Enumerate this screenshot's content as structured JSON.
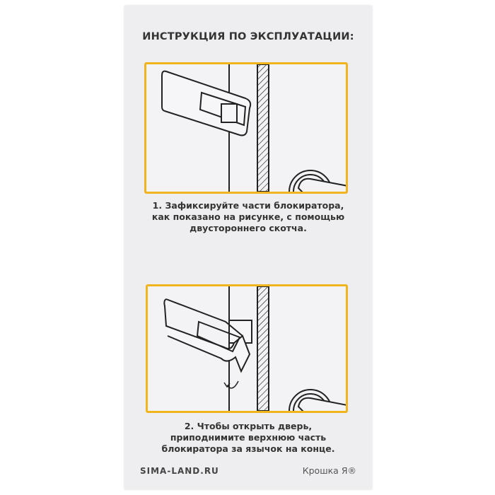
{
  "title": "ИНСТРУКЦИЯ ПО ЭКСПЛУАТАЦИИ:",
  "steps": [
    {
      "lines": [
        "1. Зафиксируйте части блокиратора,",
        "как показано на рисунке, с помощью",
        "двустороннего скотча."
      ]
    },
    {
      "lines": [
        "2. Чтобы открыть дверь,",
        "приподнимите верхнюю часть",
        "блокиратора за язычок на конце."
      ]
    }
  ],
  "footer": {
    "site": "SIMA-LAND.RU",
    "brand": "Крошка Я®"
  },
  "colors": {
    "frame": "#f0b51e",
    "text": "#333333"
  }
}
